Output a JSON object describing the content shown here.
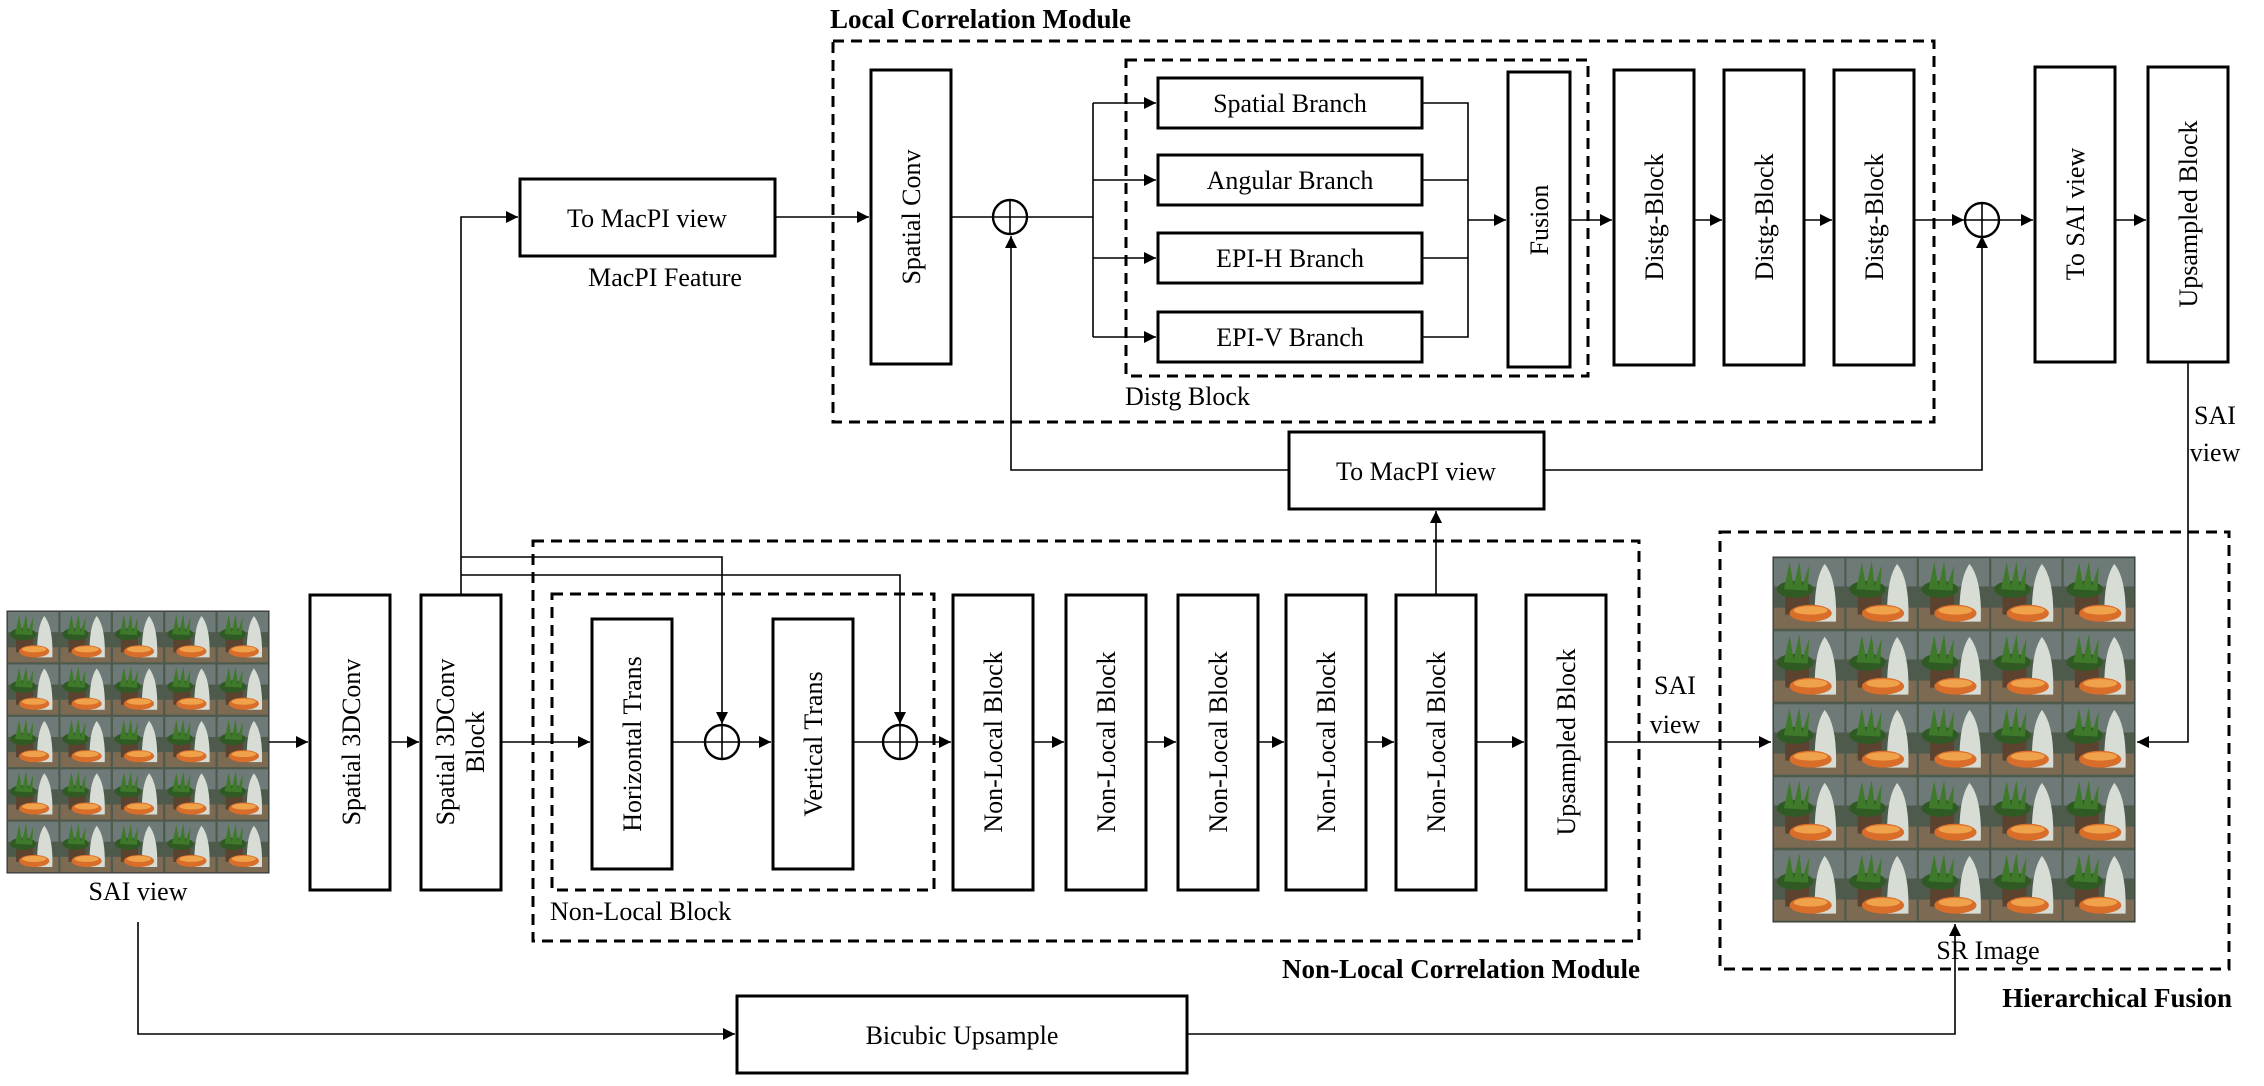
{
  "modules": {
    "local": "Local Correlation Module",
    "nonlocal": "Non-Local Correlation Module",
    "hier": "Hierarchical Fusion"
  },
  "groups": {
    "distg": "Distg Block",
    "nonlocal_block": "Non-Local Block"
  },
  "blocks": {
    "to_macpi_top": "To MacPI view",
    "spatial_conv": "Spatial Conv",
    "spatial_branch": "Spatial Branch",
    "angular_branch": "Angular Branch",
    "epi_h": "EPI-H Branch",
    "epi_v": "EPI-V Branch",
    "fusion": "Fusion",
    "distg1": "Distg-Block",
    "distg2": "Distg-Block",
    "distg3": "Distg-Block",
    "to_sai": "To SAI view",
    "upsampled_top": "Upsampled Block",
    "to_macpi_mid": "To MacPI view",
    "spatial_3dconv": "Spatial 3DConv",
    "spatial_3dconv_block_1": "Spatial 3DConv",
    "spatial_3dconv_block_2": "Block",
    "horizontal_trans": "Horizontal Trans",
    "vertical_trans": "Vertical Trans",
    "nl1": "Non-Local Block",
    "nl2": "Non-Local Block",
    "nl3": "Non-Local Block",
    "nl4": "Non-Local Block",
    "nl5": "Non-Local Block",
    "upsampled_bottom": "Upsampled Block",
    "bicubic": "Bicubic Upsample"
  },
  "captions": {
    "macpi_feature": "MacPI Feature",
    "sai_view_input": "SAI view",
    "sai_view_right_1": "SAI",
    "sai_view_right_2": "view",
    "sai_view_mid_1": "SAI",
    "sai_view_mid_2": "view",
    "sr_image": "SR Image"
  },
  "images": {
    "input_grid": "5x5 light field SAI grid (potted plant scene)",
    "output_grid": "5x5 super-resolved SAI grid (potted plant scene)"
  },
  "colors": {
    "stroke": "#000000",
    "background": "#ffffff",
    "photo_bg": "#4e5a4c"
  }
}
